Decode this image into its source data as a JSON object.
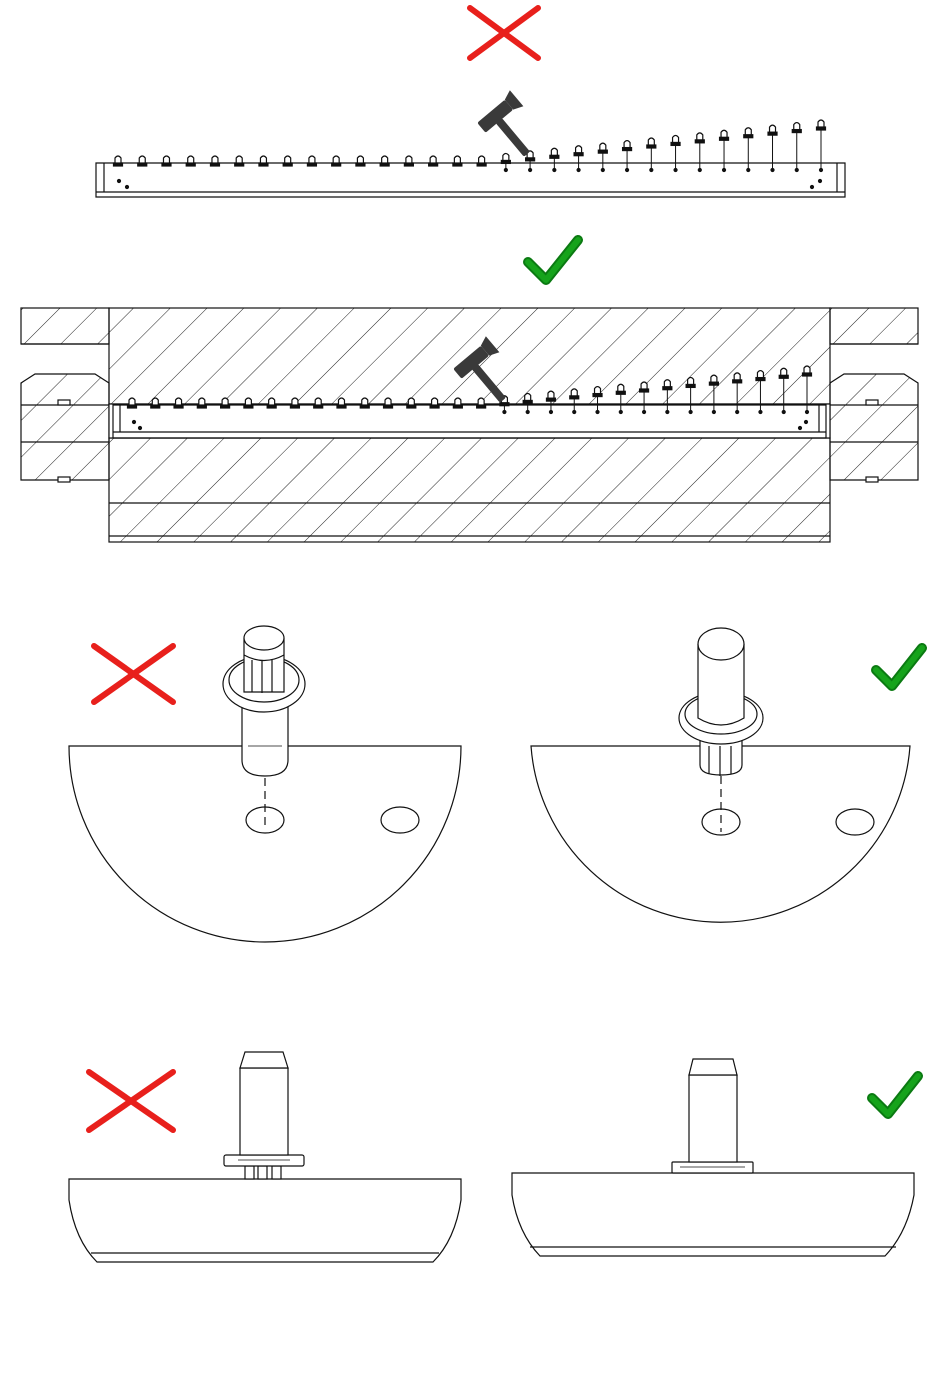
{
  "colors": {
    "line": "#111111",
    "wrong": "#e8201c",
    "correct": "#16a31b",
    "correct_dark": "#0b7a12",
    "hammer": "#3a3a3a",
    "background": "#ffffff"
  },
  "icons": [
    "wrong-mark-icon",
    "correct-mark-icon",
    "hammer-icon"
  ],
  "panels": [
    {
      "id": "hammer-on-bare-strip",
      "verdict": "wrong"
    },
    {
      "id": "hammer-with-fixture-block",
      "verdict": "correct"
    },
    {
      "id": "pin-collar-top-view-left",
      "verdict": "wrong"
    },
    {
      "id": "pin-collar-top-view-right",
      "verdict": "correct"
    },
    {
      "id": "pin-collar-side-view-left",
      "verdict": "wrong"
    },
    {
      "id": "pin-collar-side-view-right",
      "verdict": "correct"
    }
  ],
  "pin_strips": {
    "bare_strip": {
      "pin_count": 30,
      "seated_pins": 16
    },
    "fixture_strip": {
      "pin_count": 30,
      "seated_pins": 16
    }
  }
}
